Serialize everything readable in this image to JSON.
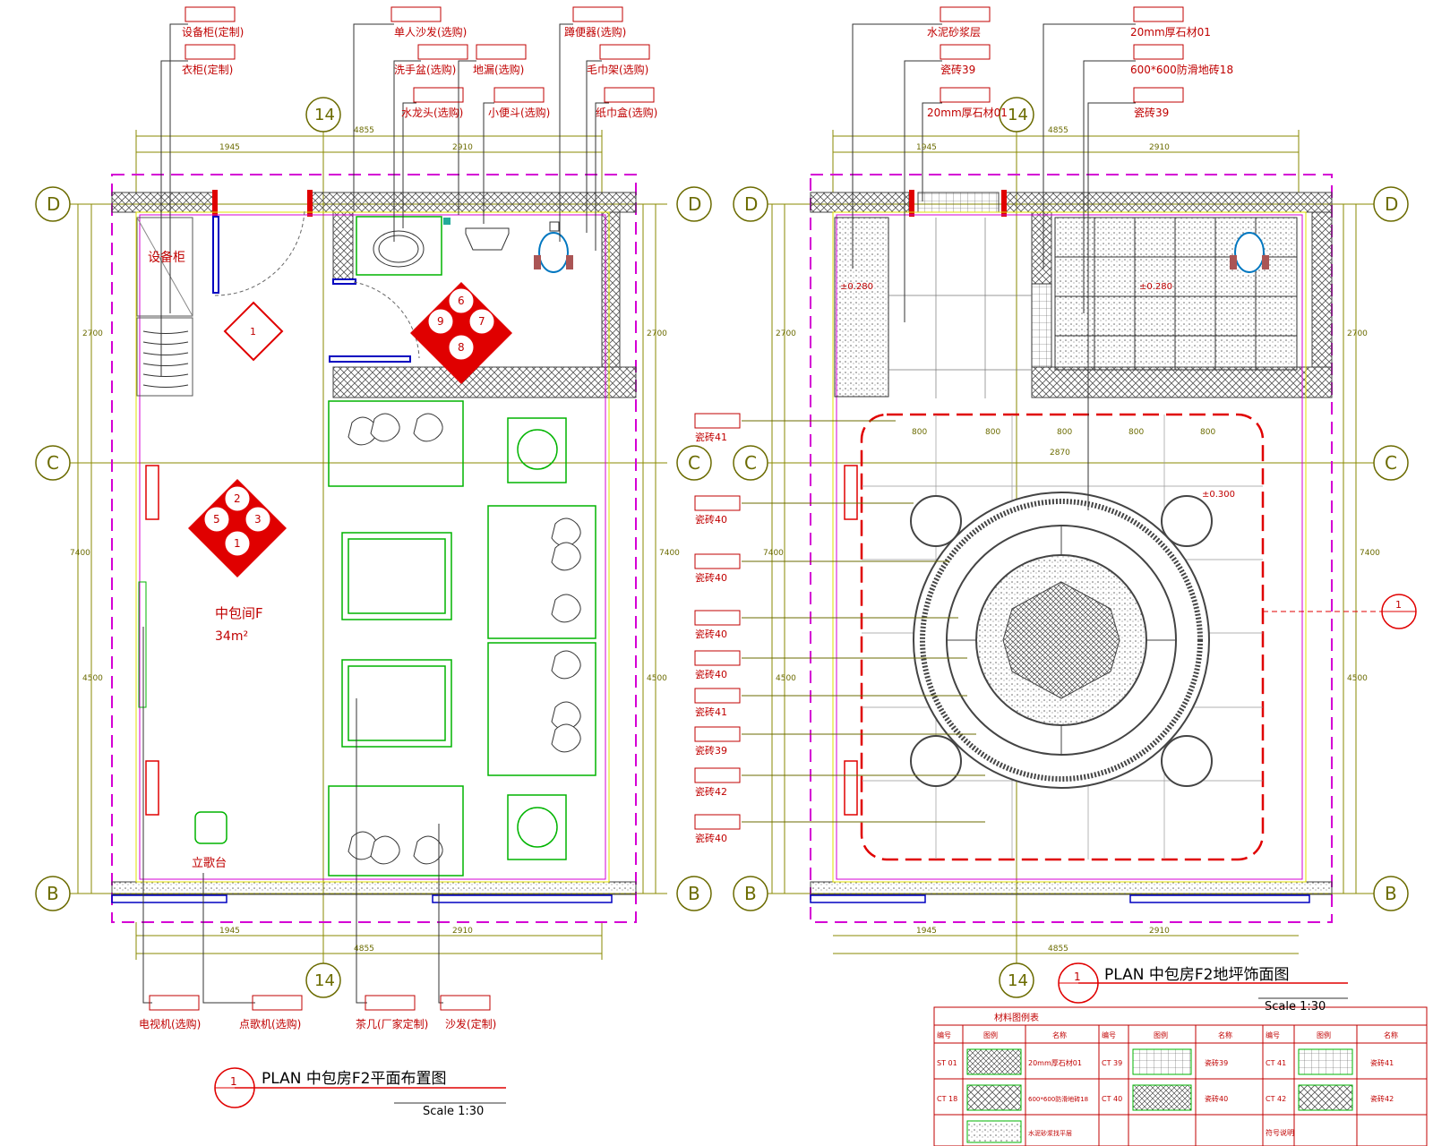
{
  "left_plan": {
    "title": "PLAN 中包房F2平面布置图",
    "scale": "Scale 1:30",
    "index_no": "1",
    "room_name": "中包间F",
    "room_area": "34m²",
    "labels": {
      "equipment_cabinet_top": "设备柜(定制)",
      "wardrobe": "衣柜(定制)",
      "single_sofa": "单人沙发(选购)",
      "wash_basin": "洗手盆(选购)",
      "floor_drain": "地漏(选购)",
      "faucet": "水龙头(选购)",
      "urinal": "小便斗(选购)",
      "squat_toilet": "蹲便器(选购)",
      "tissue_box": "纸巾盒(选购)",
      "towel_rack": "毛巾架(选购)",
      "tv": "电视机(选购)",
      "song_machine": "点歌机(选购)",
      "coffee_table": "茶几(厂家定制)",
      "sofa": "沙发(定制)",
      "equipment_cabinet": "设备柜",
      "karaoke_stand": "立歌台"
    },
    "dims": {
      "total_w": "4855",
      "left_w": "1945",
      "right_w": "2910",
      "total_h": "7400",
      "top_h": "2700",
      "bottom_h": "4500"
    },
    "axes": {
      "top": "14",
      "bottom": "14",
      "row_d": "D",
      "row_c": "C",
      "row_b": "B"
    },
    "index_marks": {
      "upper": [
        "1"
      ],
      "wc": [
        "6",
        "9",
        "7",
        "8"
      ],
      "main": [
        "2",
        "5",
        "3",
        "1"
      ]
    }
  },
  "right_plan": {
    "title": "PLAN 中包房F2地坪饰面图",
    "scale": "Scale 1:30",
    "index_no": "1",
    "labels": {
      "cement_mortar": "水泥砂浆层",
      "stone_20mm_top": "20mm厚石材01",
      "tile39_a": "瓷砖39",
      "floor_tile18": "600*600防滑地砖18",
      "stone_20mm_left": "20mm厚石材01",
      "tile39_b": "瓷砖39"
    },
    "left_callouts": [
      "瓷砖41",
      "瓷砖40",
      "瓷砖40",
      "瓷砖40",
      "瓷砖40",
      "瓷砖41",
      "瓷砖39",
      "瓷砖42",
      "瓷砖40"
    ],
    "elevations": [
      "±0.280",
      "±0.280",
      "±0.300"
    ],
    "dims": {
      "total_w": "4855",
      "left_w": "1945",
      "right_w": "2910",
      "total_h": "7400",
      "top_h": "2700",
      "bottom_h": "4500",
      "grid_800": "800",
      "circle_w": "2870"
    },
    "axes": {
      "top": "14",
      "bottom": "14",
      "row_d": "D",
      "row_c": "C",
      "row_b": "B",
      "section": "1"
    }
  },
  "legend_table": {
    "title": "材料图例表",
    "headers": [
      "编号",
      "图例",
      "名称",
      "编号",
      "图例",
      "名称",
      "编号",
      "图例",
      "名称"
    ],
    "rows": [
      [
        "ST 01",
        "20mm厚石材01",
        "CT 39",
        "瓷砖39",
        "CT 41",
        "瓷砖41"
      ],
      [
        "CT 18",
        "600*600防滑地砖18",
        "CT 40",
        "瓷砖40",
        "CT 42",
        "瓷砖42"
      ],
      [
        "",
        "水泥砂浆找平层",
        "",
        "",
        "符号说明",
        ""
      ]
    ]
  },
  "colors": {
    "magenta": "#d400d4",
    "red": "#e00000",
    "dimred": "#c00000",
    "green": "#00b400",
    "olive": "#6b6b00",
    "yellow": "#e0e000",
    "blue": "#0000c0",
    "gray": "#808080"
  }
}
